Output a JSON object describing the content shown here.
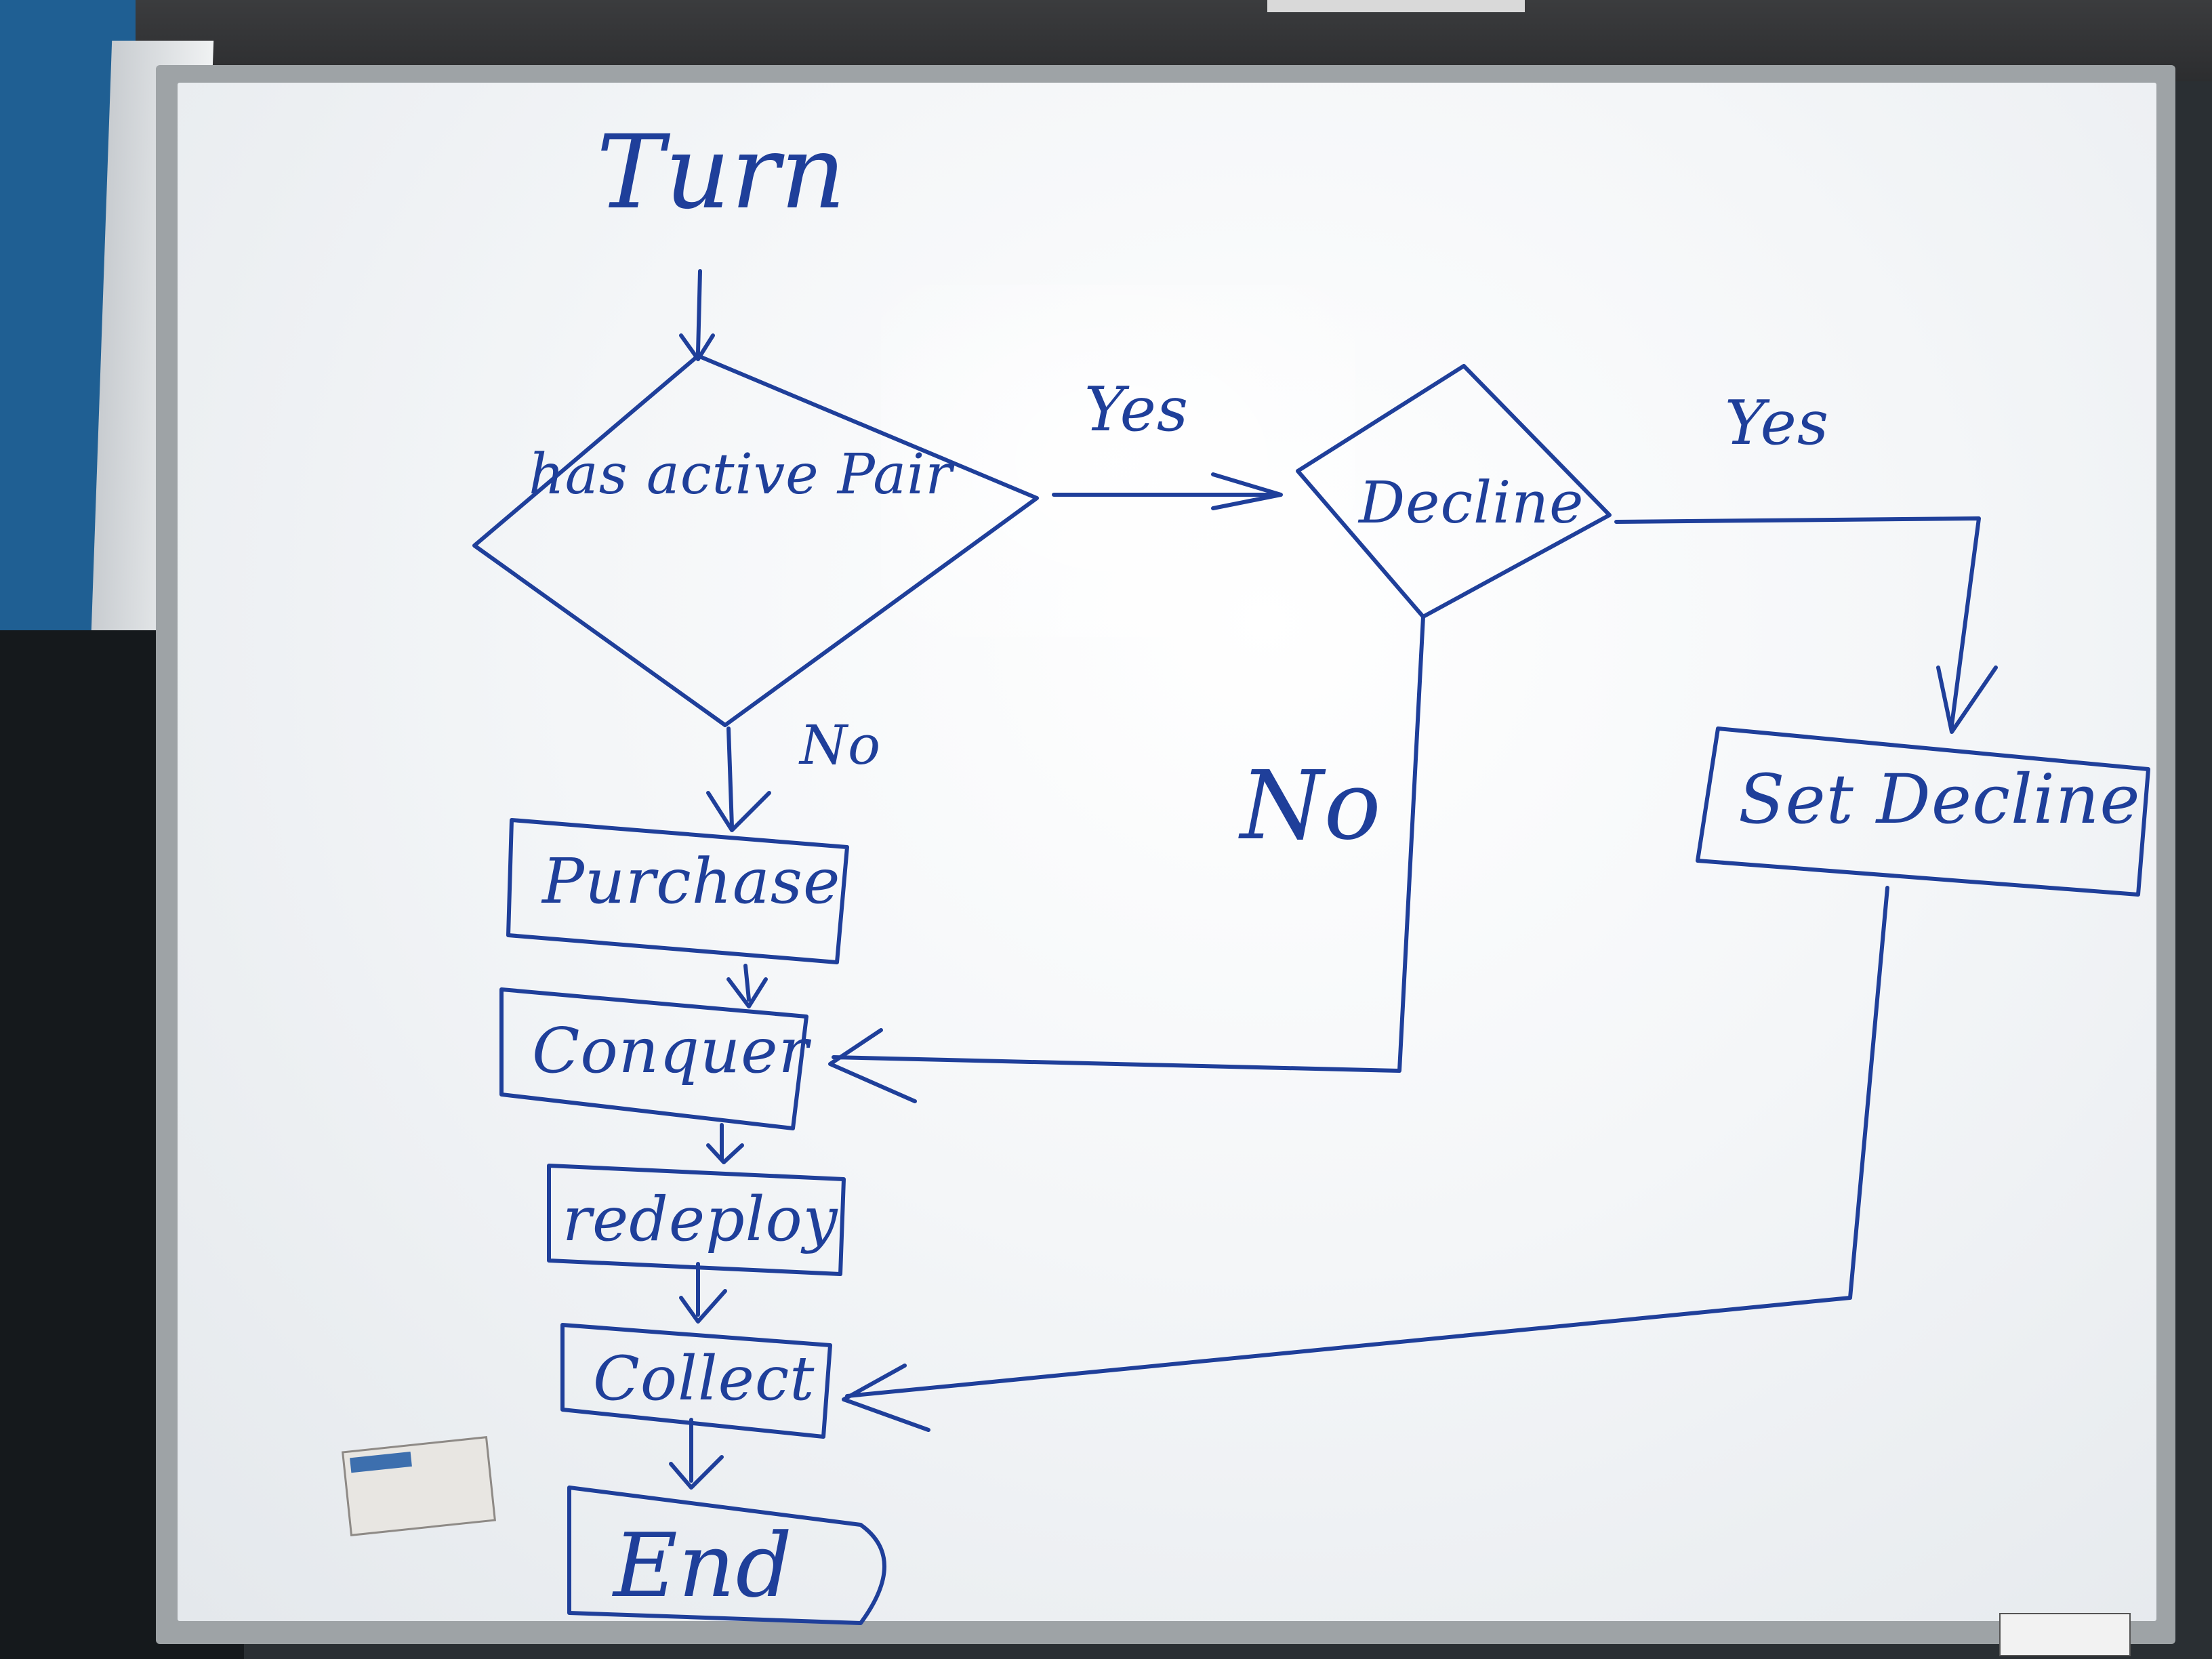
{
  "colors": {
    "marker": "#1f3f9a",
    "board": "#f4f6f8",
    "frame": "#9ea3a6"
  },
  "flowchart": {
    "start": "Turn",
    "decision_1": "has active Pair",
    "decision_1_yes": "Yes",
    "decision_1_no": "No",
    "decision_2": "Decline",
    "decision_2_yes": "Yes",
    "decision_2_no": "No",
    "steps": [
      "Purchase",
      "Conquer",
      "redeploy",
      "Collect",
      "End"
    ],
    "side_step": "Set Decline"
  }
}
